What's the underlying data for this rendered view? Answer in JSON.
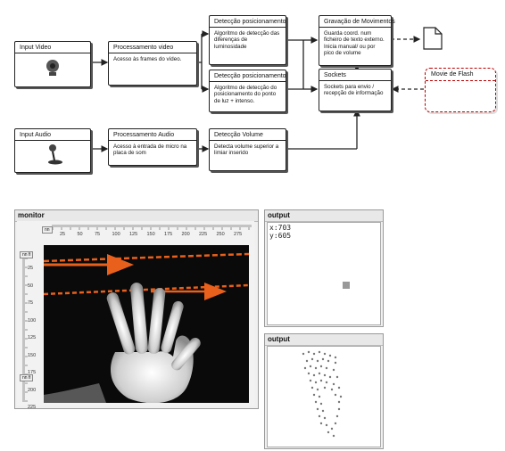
{
  "diagram": {
    "input_video": {
      "title": "Input Video"
    },
    "proc_video": {
      "title": "Processamento video",
      "body": "Acesso às frames do vídeo."
    },
    "det_pos1": {
      "title": "Detecção posicionamento",
      "body": "Algoritmo de detecção das diferenças de luminosidade"
    },
    "det_pos2": {
      "title": "Detecção posicionamento",
      "body": "Algoritmo de detecção do posicionamento do ponto de luz + intenso."
    },
    "gravacao": {
      "title": "Gravação de Movimentos",
      "body": "Guarda coord. num ficheiro de texto externo. Inicia manual/ ou por pico de volume"
    },
    "sockets": {
      "title": "Sockets",
      "body": "Sockets para envio / recepção de informação"
    },
    "movie_flash": {
      "title": "Movie de Flash"
    },
    "input_audio": {
      "title": "Input Audio"
    },
    "proc_audio": {
      "title": "Processamento  Audio",
      "body": "Acesso à entrada de micro na placa de som"
    },
    "det_volume": {
      "title": "Detecção Volume",
      "body": "Detecta volume superior a limiar inserido"
    }
  },
  "monitor": {
    "title": "monitor",
    "h_ticks": [
      "25",
      "50",
      "75",
      "100",
      "125",
      "150",
      "175",
      "200",
      "225",
      "250",
      "275"
    ],
    "v_ticks": [
      "25",
      "50",
      "75",
      "100",
      "125",
      "150",
      "175",
      "200",
      "225"
    ],
    "mini_top": "nn",
    "mini_left_top": "nn fi",
    "mini_left_bottom": "nn fi"
  },
  "output1": {
    "title": "output",
    "x_line": "x:703",
    "y_line": "y:605"
  },
  "output2": {
    "title": "output"
  },
  "colors": {
    "arrow_orange": "#e8601c",
    "dash_red": "#b00000",
    "square_gray": "#999999"
  }
}
